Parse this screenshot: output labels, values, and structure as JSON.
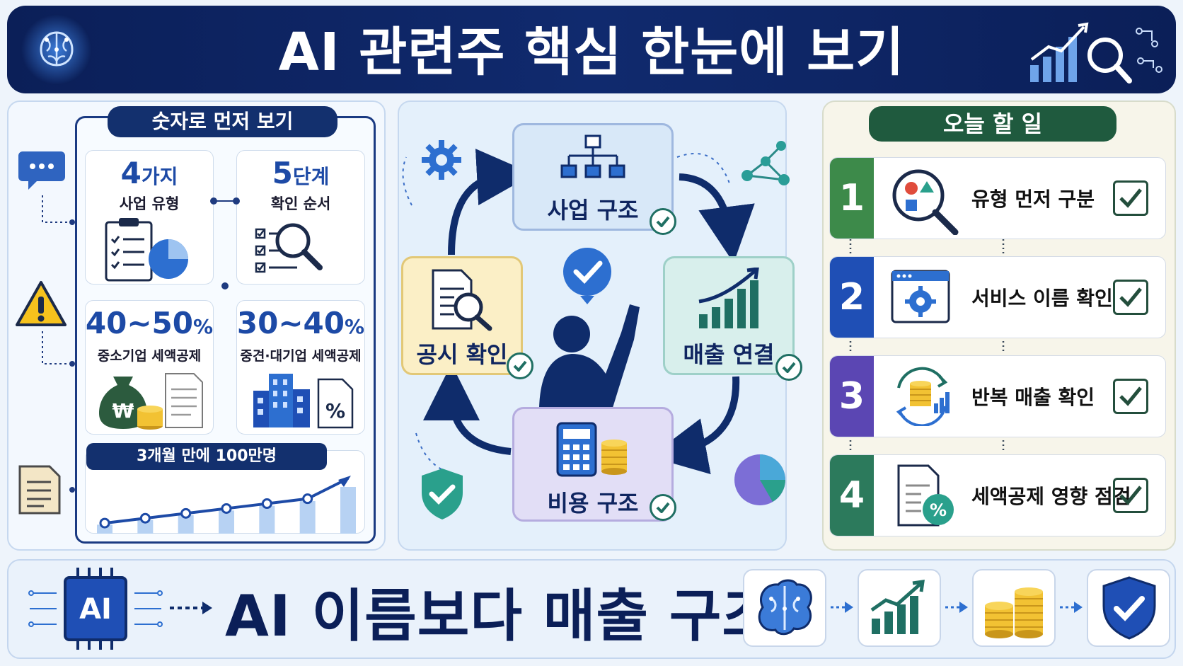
{
  "header": {
    "title": "AI 관련주 핵심 한눈에 보기"
  },
  "left_panel": {
    "title": "숫자로 먼저 보기",
    "stats": [
      {
        "number": "4",
        "unit": "가지",
        "label": "사업 유형"
      },
      {
        "number": "5",
        "unit": "단계",
        "label": "확인 순서"
      },
      {
        "number": "40~50",
        "unit": "%",
        "label": "중소기업 세액공제"
      },
      {
        "number": "30~40",
        "unit": "%",
        "label": "중견·대기업 세액공제"
      }
    ],
    "growth_title": "3개월 만에 100만명",
    "growth_values": [
      1,
      2,
      3,
      4,
      5,
      6,
      9
    ],
    "currency_symbol": "₩",
    "percent_symbol": "%"
  },
  "cycle": {
    "steps": [
      {
        "label": "사업 구조"
      },
      {
        "label": "매출 연결"
      },
      {
        "label": "비용 구조"
      },
      {
        "label": "공시 확인"
      }
    ]
  },
  "right_panel": {
    "title": "오늘 할 일",
    "tasks": [
      {
        "num": "1",
        "label": "유형 먼저 구분",
        "color": "#3d8a4a"
      },
      {
        "num": "2",
        "label": "서비스 이름 확인",
        "color": "#1f4fb5"
      },
      {
        "num": "3",
        "label": "반복 매출 확인",
        "color": "#5b46b3"
      },
      {
        "num": "4",
        "label": "세액공제 영향 점검",
        "color": "#2c7a5c"
      }
    ]
  },
  "bottom": {
    "chip_label": "AI",
    "slogan": "AI 이름보다 매출 구조"
  },
  "colors": {
    "navy": "#0b1f58",
    "accent_blue": "#1d4aa6",
    "teal": "#1f6f63",
    "gold": "#e8b923"
  }
}
